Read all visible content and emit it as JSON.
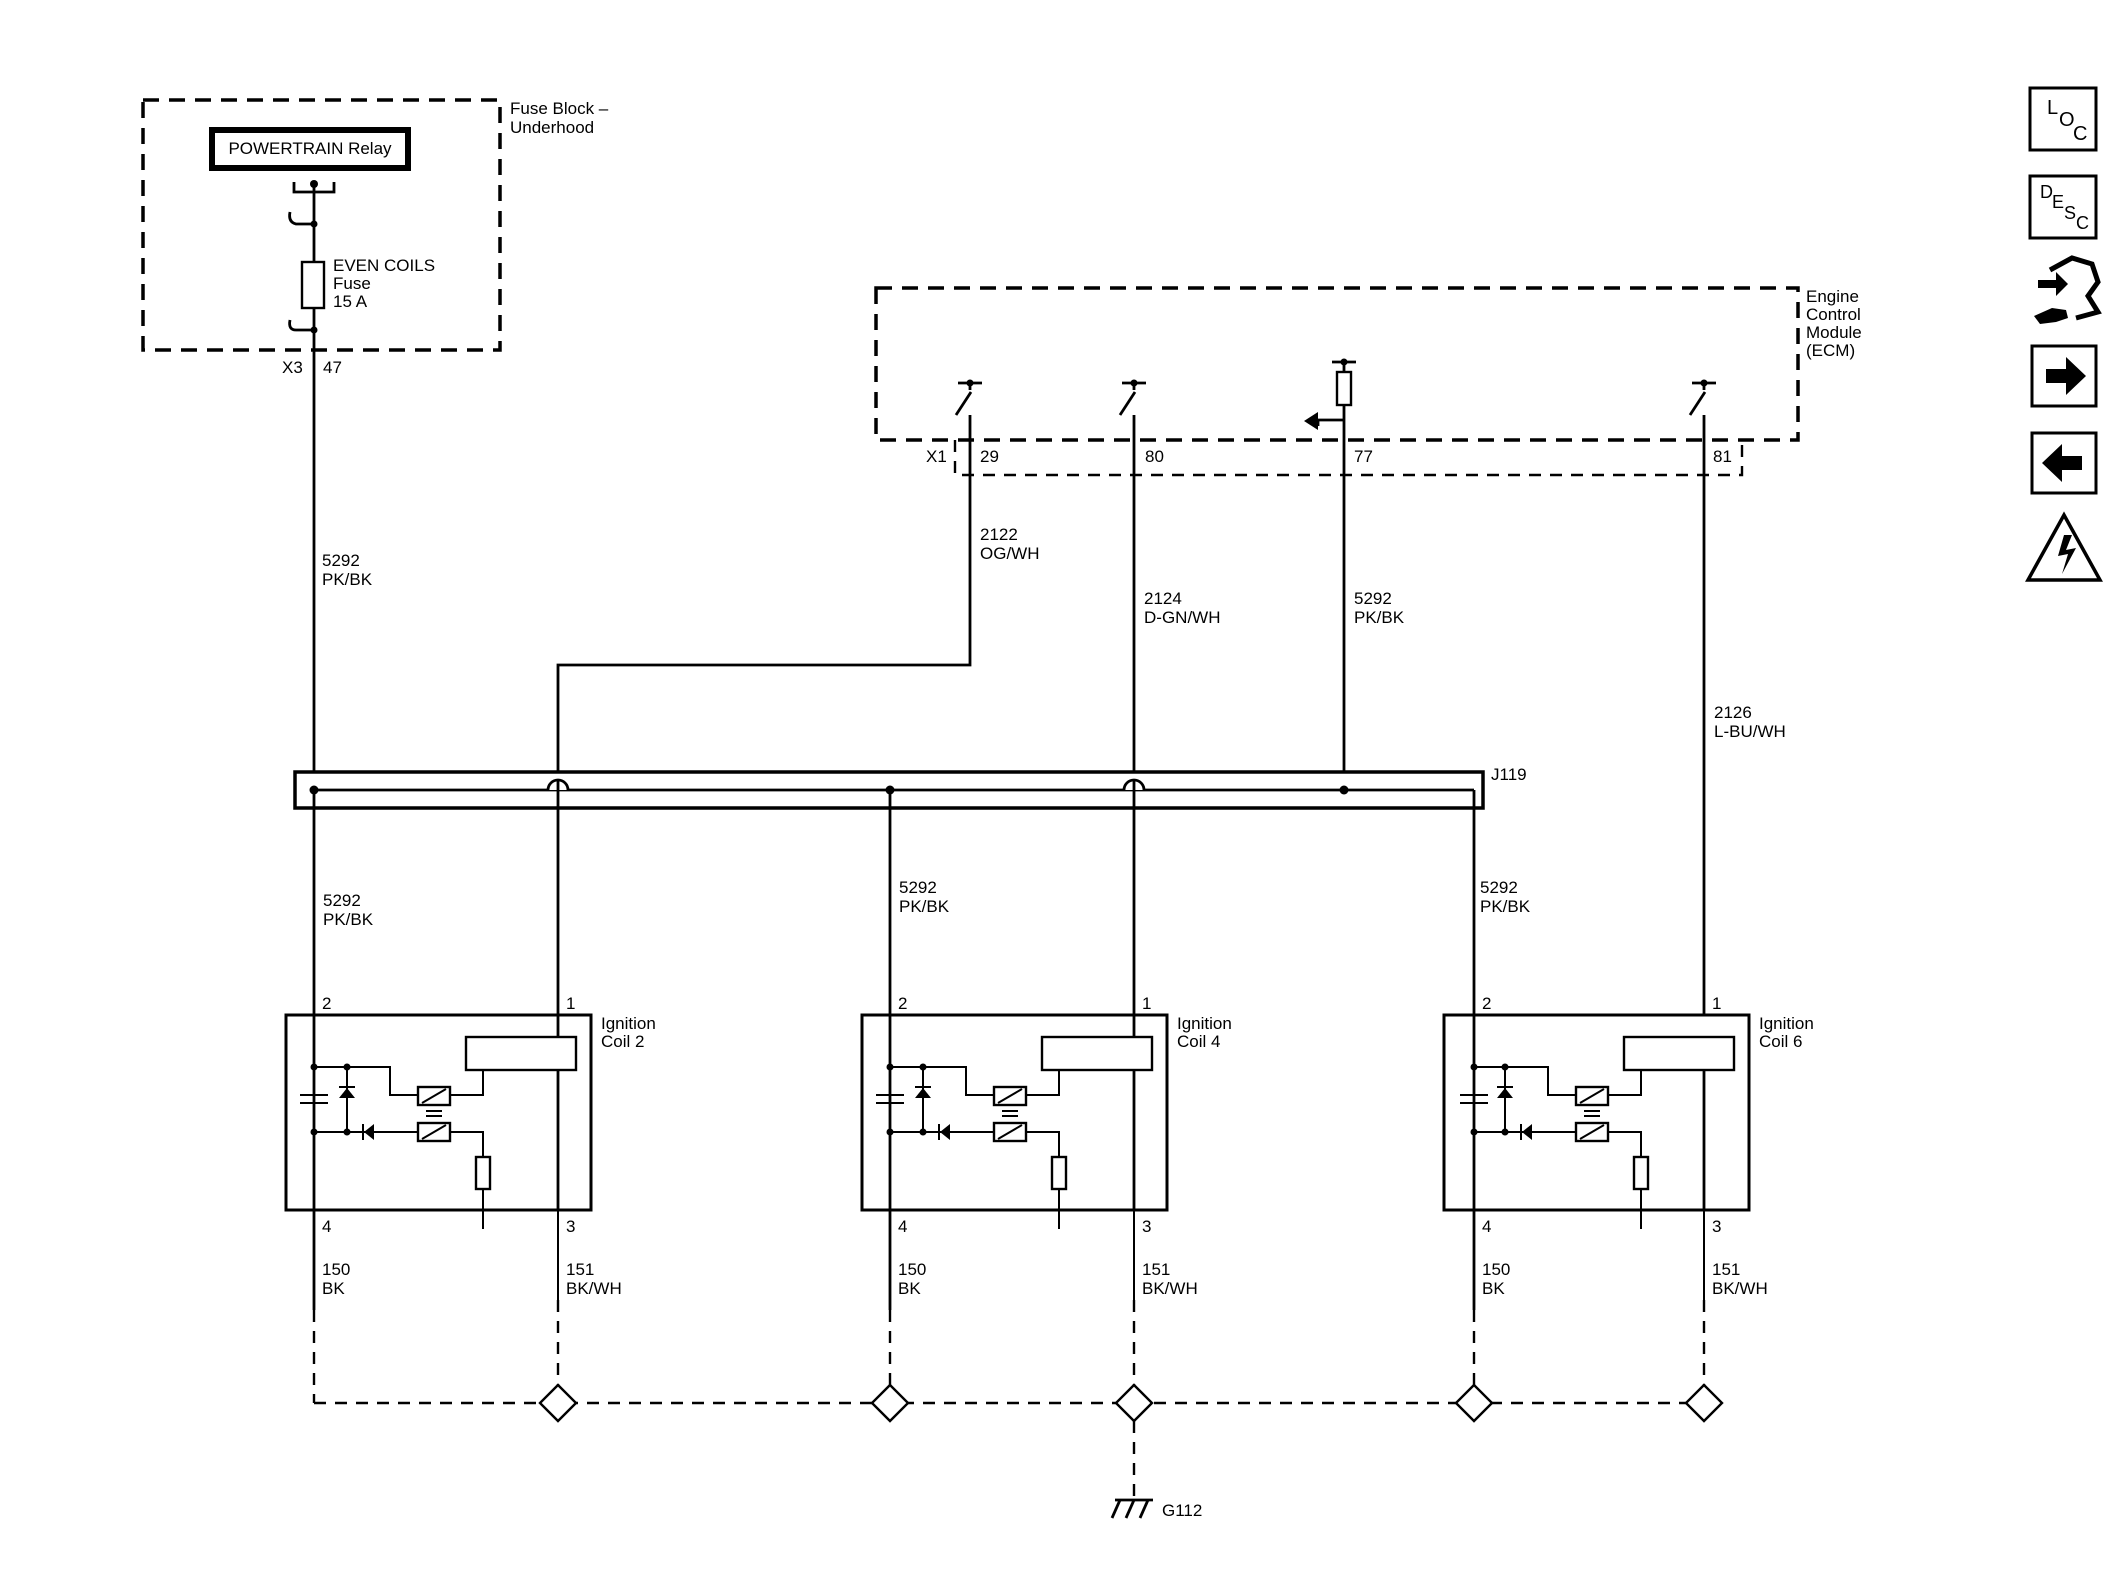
{
  "fuse_block": {
    "name": "Fuse Block -\nUnderhood",
    "name_line1": "Fuse Block –",
    "name_line2": "Underhood",
    "relay_label": "POWERTRAIN Relay",
    "fuse_line1": "EVEN COILS",
    "fuse_line2": "Fuse",
    "fuse_line3": "15 A",
    "connector": "X3",
    "pin": "47"
  },
  "ecm": {
    "name_line1": "Engine",
    "name_line2": "Control",
    "name_line3": "Module",
    "name_line4": "(ECM)",
    "connector": "X1",
    "pins": [
      "29",
      "80",
      "77",
      "81"
    ]
  },
  "wires": {
    "feed_top": {
      "circuit": "5292",
      "color": "PK/BK"
    },
    "coil2_control": {
      "circuit": "2122",
      "color": "OG/WH"
    },
    "coil4_control": {
      "circuit": "2124",
      "color": "D-GN/WH"
    },
    "ecm_feed": {
      "circuit": "5292",
      "color": "PK/BK"
    },
    "coil6_control": {
      "circuit": "2126",
      "color": "L-BU/WH"
    },
    "coil2_feed": {
      "circuit": "5292",
      "color": "PK/BK"
    },
    "coil4_feed": {
      "circuit": "5292",
      "color": "PK/BK"
    },
    "coil6_feed": {
      "circuit": "5292",
      "color": "PK/BK"
    }
  },
  "splice": {
    "name": "J119"
  },
  "coils": [
    {
      "name_line1": "Ignition",
      "name_line2": "Coil 2",
      "pin_tl": "2",
      "pin_tr": "1",
      "pin_bl": "4",
      "pin_br": "3",
      "ground_circuit": "150",
      "ground_color": "BK",
      "ref_circuit": "151",
      "ref_color": "BK/WH"
    },
    {
      "name_line1": "Ignition",
      "name_line2": "Coil 4",
      "pin_tl": "2",
      "pin_tr": "1",
      "pin_bl": "4",
      "pin_br": "3",
      "ground_circuit": "150",
      "ground_color": "BK",
      "ref_circuit": "151",
      "ref_color": "BK/WH"
    },
    {
      "name_line1": "Ignition",
      "name_line2": "Coil 6",
      "pin_tl": "2",
      "pin_tr": "1",
      "pin_bl": "4",
      "pin_br": "3",
      "ground_circuit": "150",
      "ground_color": "BK",
      "ref_circuit": "151",
      "ref_color": "BK/WH"
    }
  ],
  "ground": {
    "name": "G112"
  },
  "toolbar": {
    "loc": {
      "l": "L",
      "o": "O",
      "c": "C",
      "icon": "location-icon"
    },
    "desc": {
      "d": "D",
      "e": "E",
      "s": "S",
      "c": "C",
      "icon": "description-icon"
    },
    "connector_icon": "connector-tool-icon",
    "next_icon": "arrow-right-icon",
    "prev_icon": "arrow-left-icon",
    "warning_icon": "high-voltage-warning-icon"
  }
}
